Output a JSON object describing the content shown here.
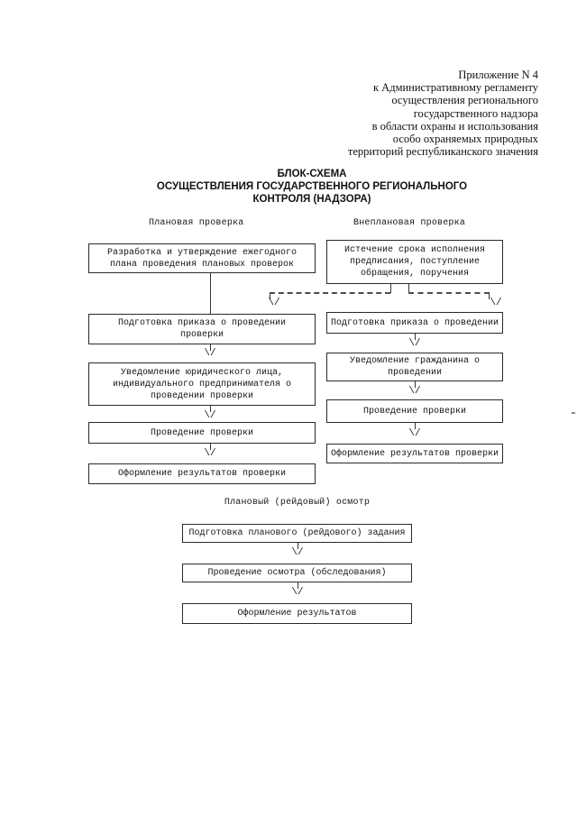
{
  "appendix": {
    "lines": [
      "Приложение N 4",
      "к Административному регламенту",
      "осуществления регионального",
      "государственного надзора",
      "в области охраны и использования",
      "особо охраняемых природных",
      "территорий республиканского значения"
    ]
  },
  "title": {
    "lines": [
      "БЛОК-СХЕМА",
      "ОСУЩЕСТВЛЕНИЯ ГОСУДАРСТВЕННОГО РЕГИОНАЛЬНОГО",
      "КОНТРОЛЯ (НАДЗОРА)"
    ]
  },
  "planned": {
    "header": "Плановая проверка",
    "boxes": [
      {
        "lines": [
          "Разработка и утверждение ежегодного",
          "плана проведения плановых проверок"
        ]
      },
      {
        "lines": [
          "Подготовка приказа о проведении",
          "проверки"
        ]
      },
      {
        "lines": [
          "Уведомление юридического лица,",
          "индивидуального предпринимателя о",
          "проведении проверки"
        ]
      },
      {
        "lines": [
          "Проведение проверки"
        ]
      },
      {
        "lines": [
          "Оформление результатов проверки"
        ]
      }
    ]
  },
  "unplanned": {
    "header": "Внеплановая проверка",
    "boxes": [
      {
        "lines": [
          "Истечение срока исполнения",
          "предписания, поступление",
          "обращения, поручения"
        ]
      },
      {
        "lines": [
          "Подготовка приказа о проведении"
        ]
      },
      {
        "lines": [
          "Уведомление гражданина о",
          "проведении"
        ]
      },
      {
        "lines": [
          "Проведение проверки"
        ]
      },
      {
        "lines": [
          "Оформление результатов проверки"
        ]
      }
    ]
  },
  "raid": {
    "header": "Плановый (рейдовый) осмотр",
    "boxes": [
      {
        "lines": [
          "Подготовка планового (рейдового) задания"
        ]
      },
      {
        "lines": [
          "Проведение осмотра (обследования)"
        ]
      },
      {
        "lines": [
          "Оформление результатов"
        ]
      }
    ]
  },
  "glyphs": {
    "arrow_down": "\\/"
  },
  "colors": {
    "ink": "#1c1c1c",
    "paper": "#ffffff"
  }
}
